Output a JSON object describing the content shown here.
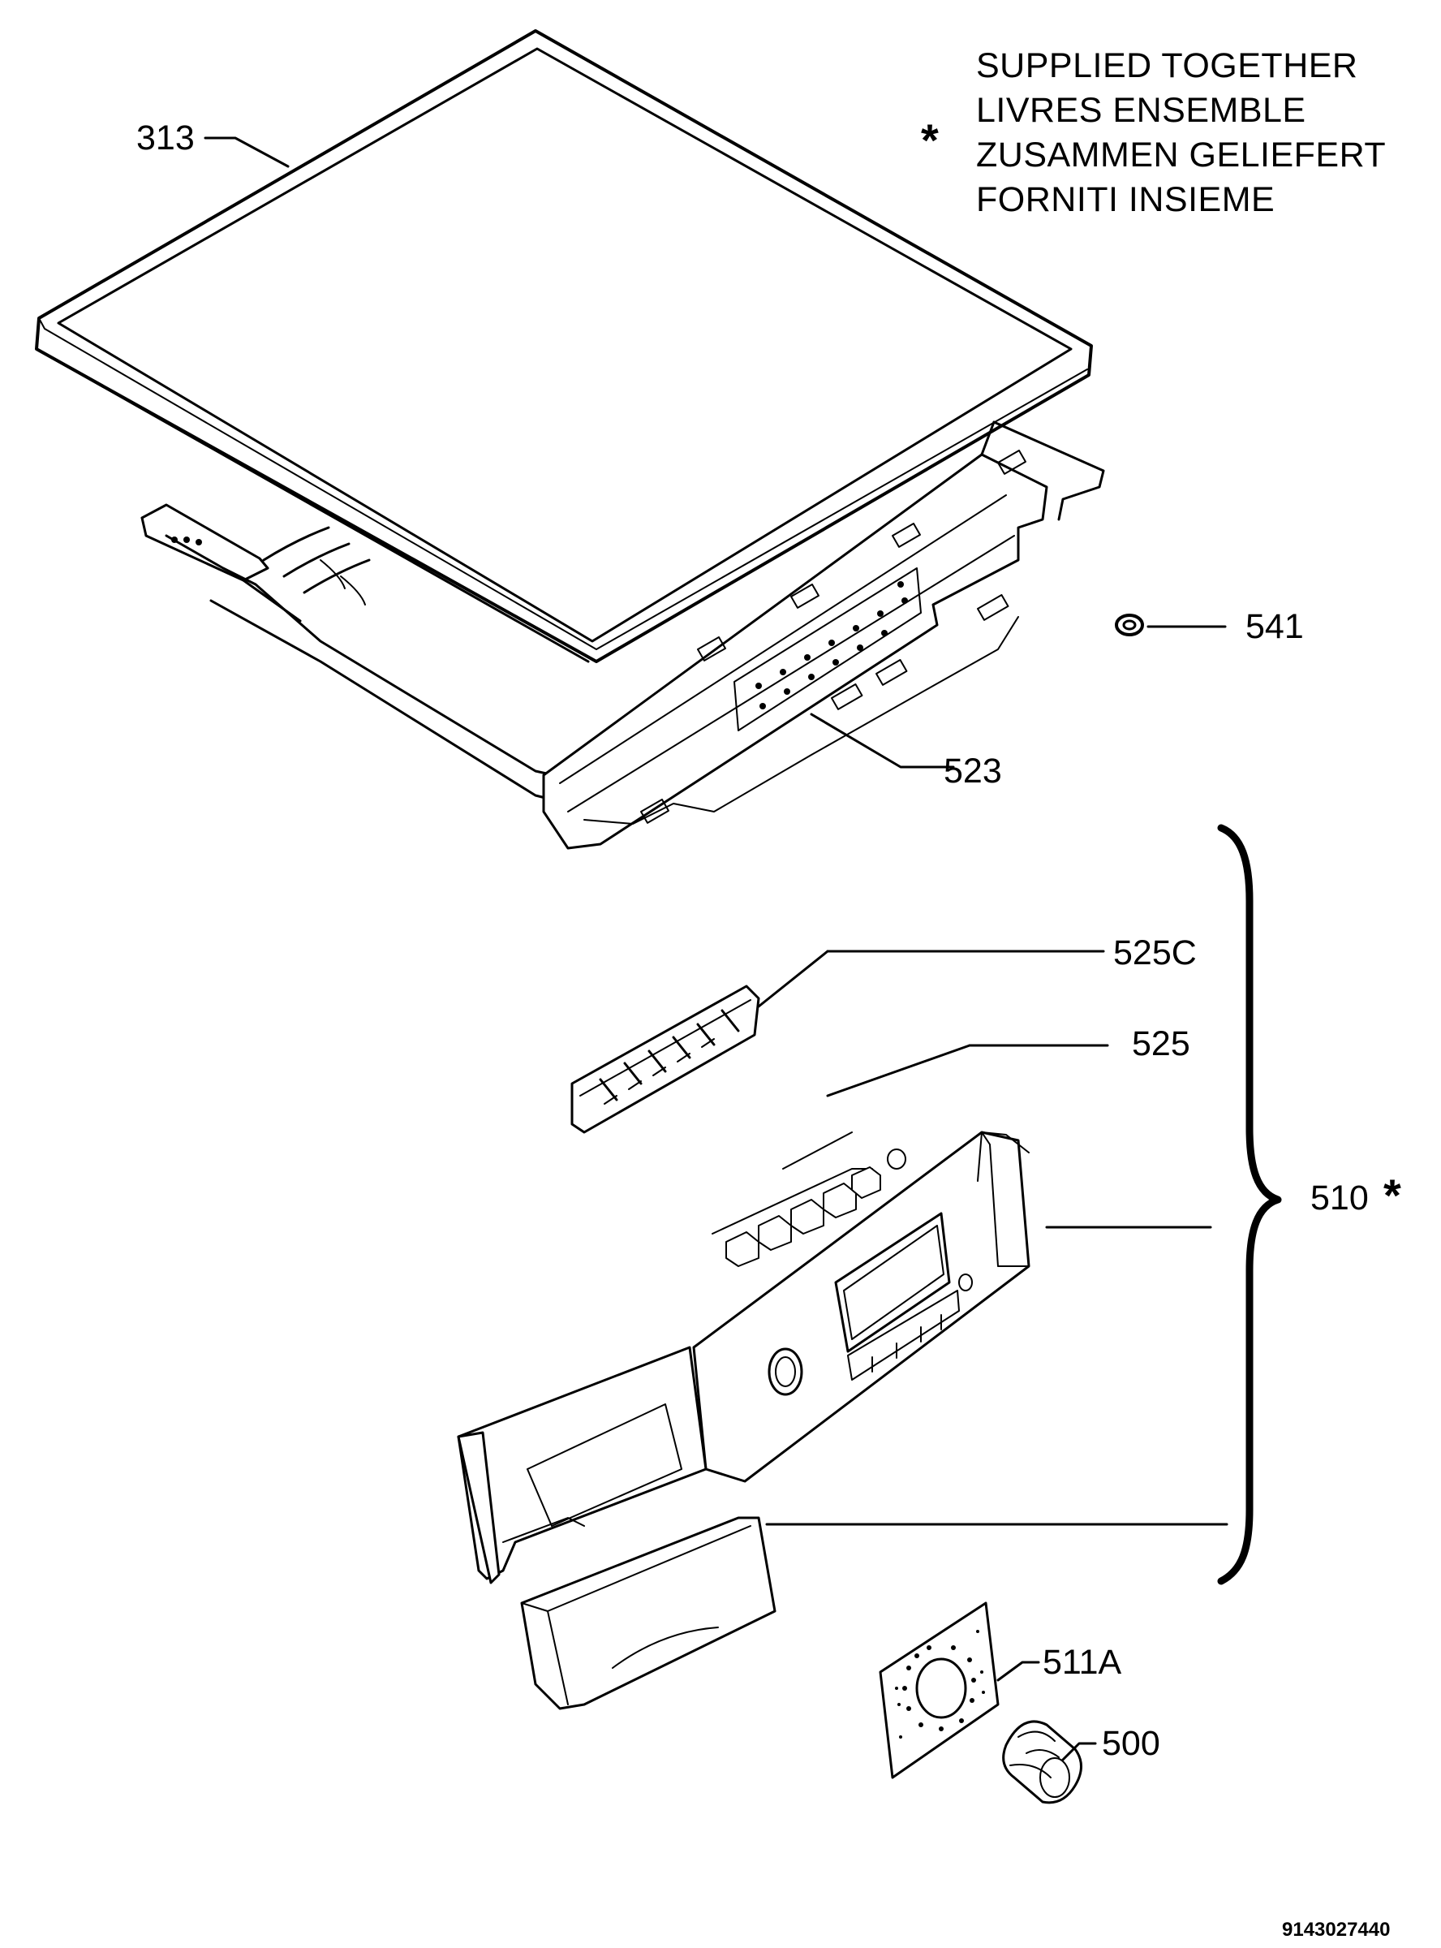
{
  "legend": {
    "symbol": "*",
    "lines": [
      "SUPPLIED TOGETHER",
      "LIVRES ENSEMBLE",
      "ZUSAMMEN GELIEFERT",
      "FORNITI INSIEME"
    ]
  },
  "callouts": {
    "c313": "313",
    "c541": "541",
    "c523": "523",
    "c525c": "525C",
    "c525": "525",
    "c510": "510",
    "c510_mark": "*",
    "c511a": "511A",
    "c500": "500"
  },
  "document_number": "9143027440"
}
